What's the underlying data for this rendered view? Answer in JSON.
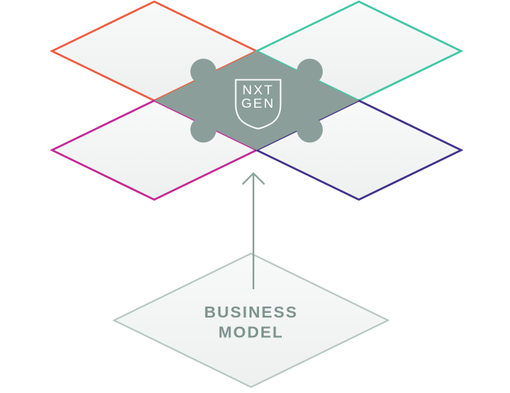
{
  "colors": {
    "background": "#ffffff",
    "quadrant_fill_top": "#f8fafa",
    "quadrant_fill_bottom": "#edf0ef",
    "quadrant_top_left_outline": "#ee5b3e",
    "quadrant_top_right_outline": "#3fc7a3",
    "quadrant_bottom_left_outline": "#c42795",
    "quadrant_bottom_right_outline": "#41308a",
    "puzzle_piece": "#8b9e99",
    "shield_stroke": "#ffffff",
    "badge_text": "#ffffff",
    "arrow": "#8ba29b",
    "business_diamond_outline": "#b7c5c0",
    "business_text": "#7e938d"
  },
  "center_piece": {
    "icon": "puzzle-piece-icon"
  },
  "center_badge": {
    "icon": "shield-icon",
    "line1": "NXT",
    "line2": "GEN"
  },
  "connector": {
    "icon": "arrow-up-icon",
    "direction": "up"
  },
  "business_model": {
    "line1": "BUSINESS",
    "line2": "MODEL"
  }
}
